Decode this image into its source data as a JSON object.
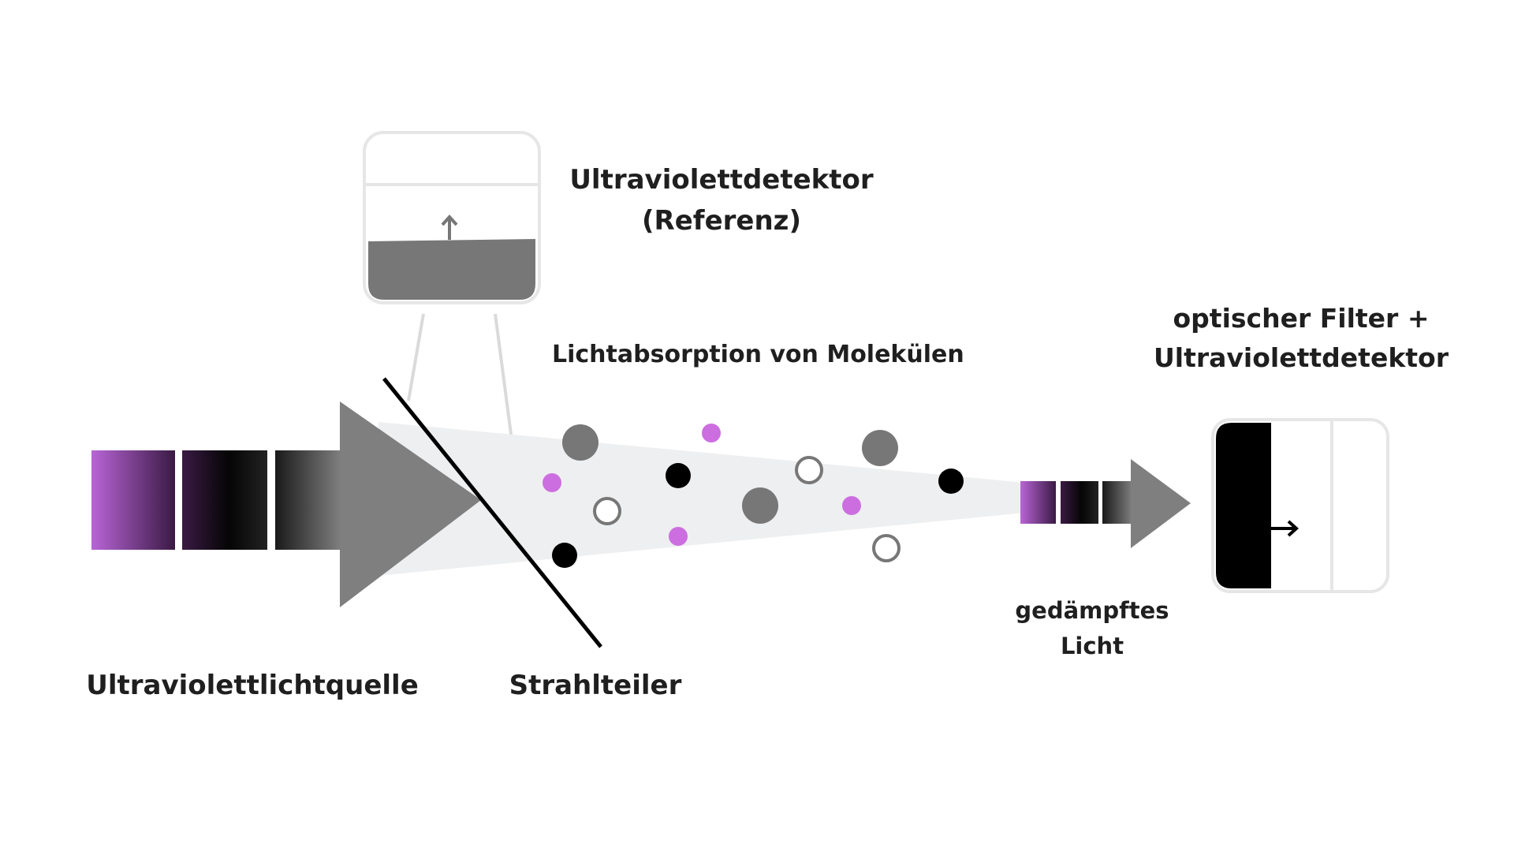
{
  "labels": {
    "source": "Ultraviolettlichtquelle",
    "beam_splitter": "Strahlteiler",
    "reference_detector_line1": "Ultraviolettdetektor",
    "reference_detector_line2": "(Referenz)",
    "absorption": "Lichtabsorption von Molekülen",
    "attenuated_line1": "gedämpftes",
    "attenuated_line2": "Licht",
    "filter_detector_line1": "optischer Filter +",
    "filter_detector_line2": "Ultraviolettdetektor"
  },
  "colors": {
    "uv_violet": "#b865d6",
    "molecule_violet": "#cc6ee0",
    "arrow_gray": "#7f7f7f",
    "molecule_dark_gray": "#777777",
    "molecule_black": "#000000",
    "beam_light_gray": "#eeeff0",
    "detector_outline": "#e6e6e6",
    "label_text": "#1f1f1f"
  },
  "molecules": [
    {
      "kind": "large-gray"
    },
    {
      "kind": "large-gray"
    },
    {
      "kind": "large-gray"
    },
    {
      "kind": "small-violet"
    },
    {
      "kind": "small-violet"
    },
    {
      "kind": "small-violet"
    },
    {
      "kind": "small-violet"
    },
    {
      "kind": "black"
    },
    {
      "kind": "black"
    },
    {
      "kind": "black"
    },
    {
      "kind": "hollow"
    },
    {
      "kind": "hollow"
    },
    {
      "kind": "hollow"
    }
  ]
}
